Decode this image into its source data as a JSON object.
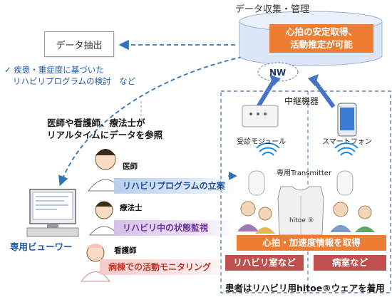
{
  "data_extract": {
    "label": "データ抽出"
  },
  "consider": {
    "lines": [
      "✓ 疾患・重症度に基づいた",
      "リハビリプログラムの検討　など"
    ]
  },
  "database": {
    "title": "データ収集・管理",
    "callout_lines": [
      "心拍の安定取得、",
      "活動推定が可能"
    ]
  },
  "network": {
    "label": "NW"
  },
  "relay": {
    "label": "中継機器",
    "devices": [
      {
        "label": "受診モジュール"
      },
      {
        "label": "スマートフォン"
      }
    ],
    "transmitter_label": "専用Transmitter",
    "vest_logo": "hitoe ®"
  },
  "staff": {
    "heading_lines": [
      "医師や看護師、療法士が",
      "リアルタイムにデータを参照"
    ],
    "roles": [
      {
        "role": "医師",
        "banner": "リハビリプログラムの立案"
      },
      {
        "role": "療法士",
        "banner": "リハビリ中の状態監視"
      },
      {
        "role": "看護師",
        "banner": "病棟での活動モニタリング"
      }
    ]
  },
  "viewer": {
    "label": "専用ビューワー"
  },
  "acquire": {
    "label": "心拍・加速度情報を取得"
  },
  "rooms": [
    {
      "label": "リハビリ室など"
    },
    {
      "label": "病室など"
    }
  ],
  "patient_note": "患者はリハビリ用hitoe®ウェアを着用",
  "colors": {
    "orange": "#ed7d31",
    "red": "#c0504d",
    "blue_text": "#1f5aa6",
    "arrow_blue": "#4472c4"
  }
}
